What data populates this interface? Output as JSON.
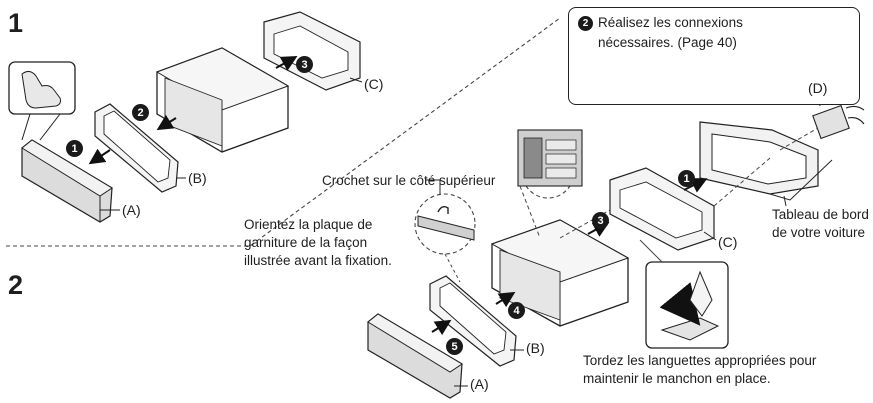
{
  "step1": {
    "number": "1"
  },
  "step2": {
    "number": "2"
  },
  "labels": {
    "A": "(A)",
    "B": "(B)",
    "C": "(C)",
    "D": "(D)"
  },
  "badges": {
    "s1_1": "1",
    "s1_2": "2",
    "s1_3": "3",
    "s2_1": "1",
    "s2_3": "3",
    "s2_4": "4",
    "s2_5": "5"
  },
  "callout": {
    "badge": "2",
    "line1": "Réalisez les connexions",
    "line2": "nécessaires. (Page 40)"
  },
  "captions": {
    "hook": "Crochet sur le côté supérieur",
    "orient_line1": "Orientez la plaque de",
    "orient_line2": "garniture de la façon",
    "orient_line3": "illustrée avant la fixation.",
    "dashboard_line1": "Tableau de bord",
    "dashboard_line2": "de votre voiture",
    "bend_line1": "Tordez les languettes appropriées pour",
    "bend_line2": "maintenir le manchon en place."
  }
}
